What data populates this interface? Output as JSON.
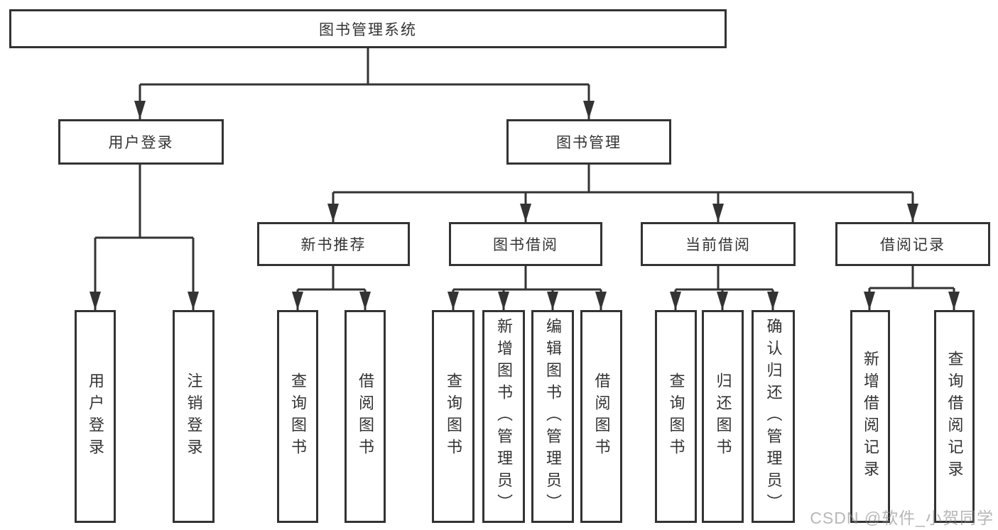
{
  "tree": {
    "label": "图书管理系统",
    "children": [
      {
        "label": "用户登录",
        "children": [
          {
            "label": "用户登录"
          },
          {
            "label": "注销登录"
          }
        ]
      },
      {
        "label": "图书管理",
        "children": [
          {
            "label": "新书推荐",
            "children": [
              {
                "label": "查询图书"
              },
              {
                "label": "借阅图书"
              }
            ]
          },
          {
            "label": "图书借阅",
            "children": [
              {
                "label": "查询图书"
              },
              {
                "label": "新增图书（管理员）"
              },
              {
                "label": "编辑图书（管理员）"
              },
              {
                "label": "借阅图书"
              }
            ]
          },
          {
            "label": "当前借阅",
            "children": [
              {
                "label": "查询图书"
              },
              {
                "label": "归还图书"
              },
              {
                "label": "确认归还（管理员）"
              }
            ]
          },
          {
            "label": "借阅记录",
            "children": [
              {
                "label": "新增借阅记录"
              },
              {
                "label": "查询借阅记录"
              }
            ]
          }
        ]
      }
    ]
  },
  "watermark": {
    "text": "CSDN @软件_小贺同学"
  },
  "colors": {
    "line": "#333333",
    "text": "#333333",
    "background": "#ffffff",
    "watermark": "#878787"
  }
}
